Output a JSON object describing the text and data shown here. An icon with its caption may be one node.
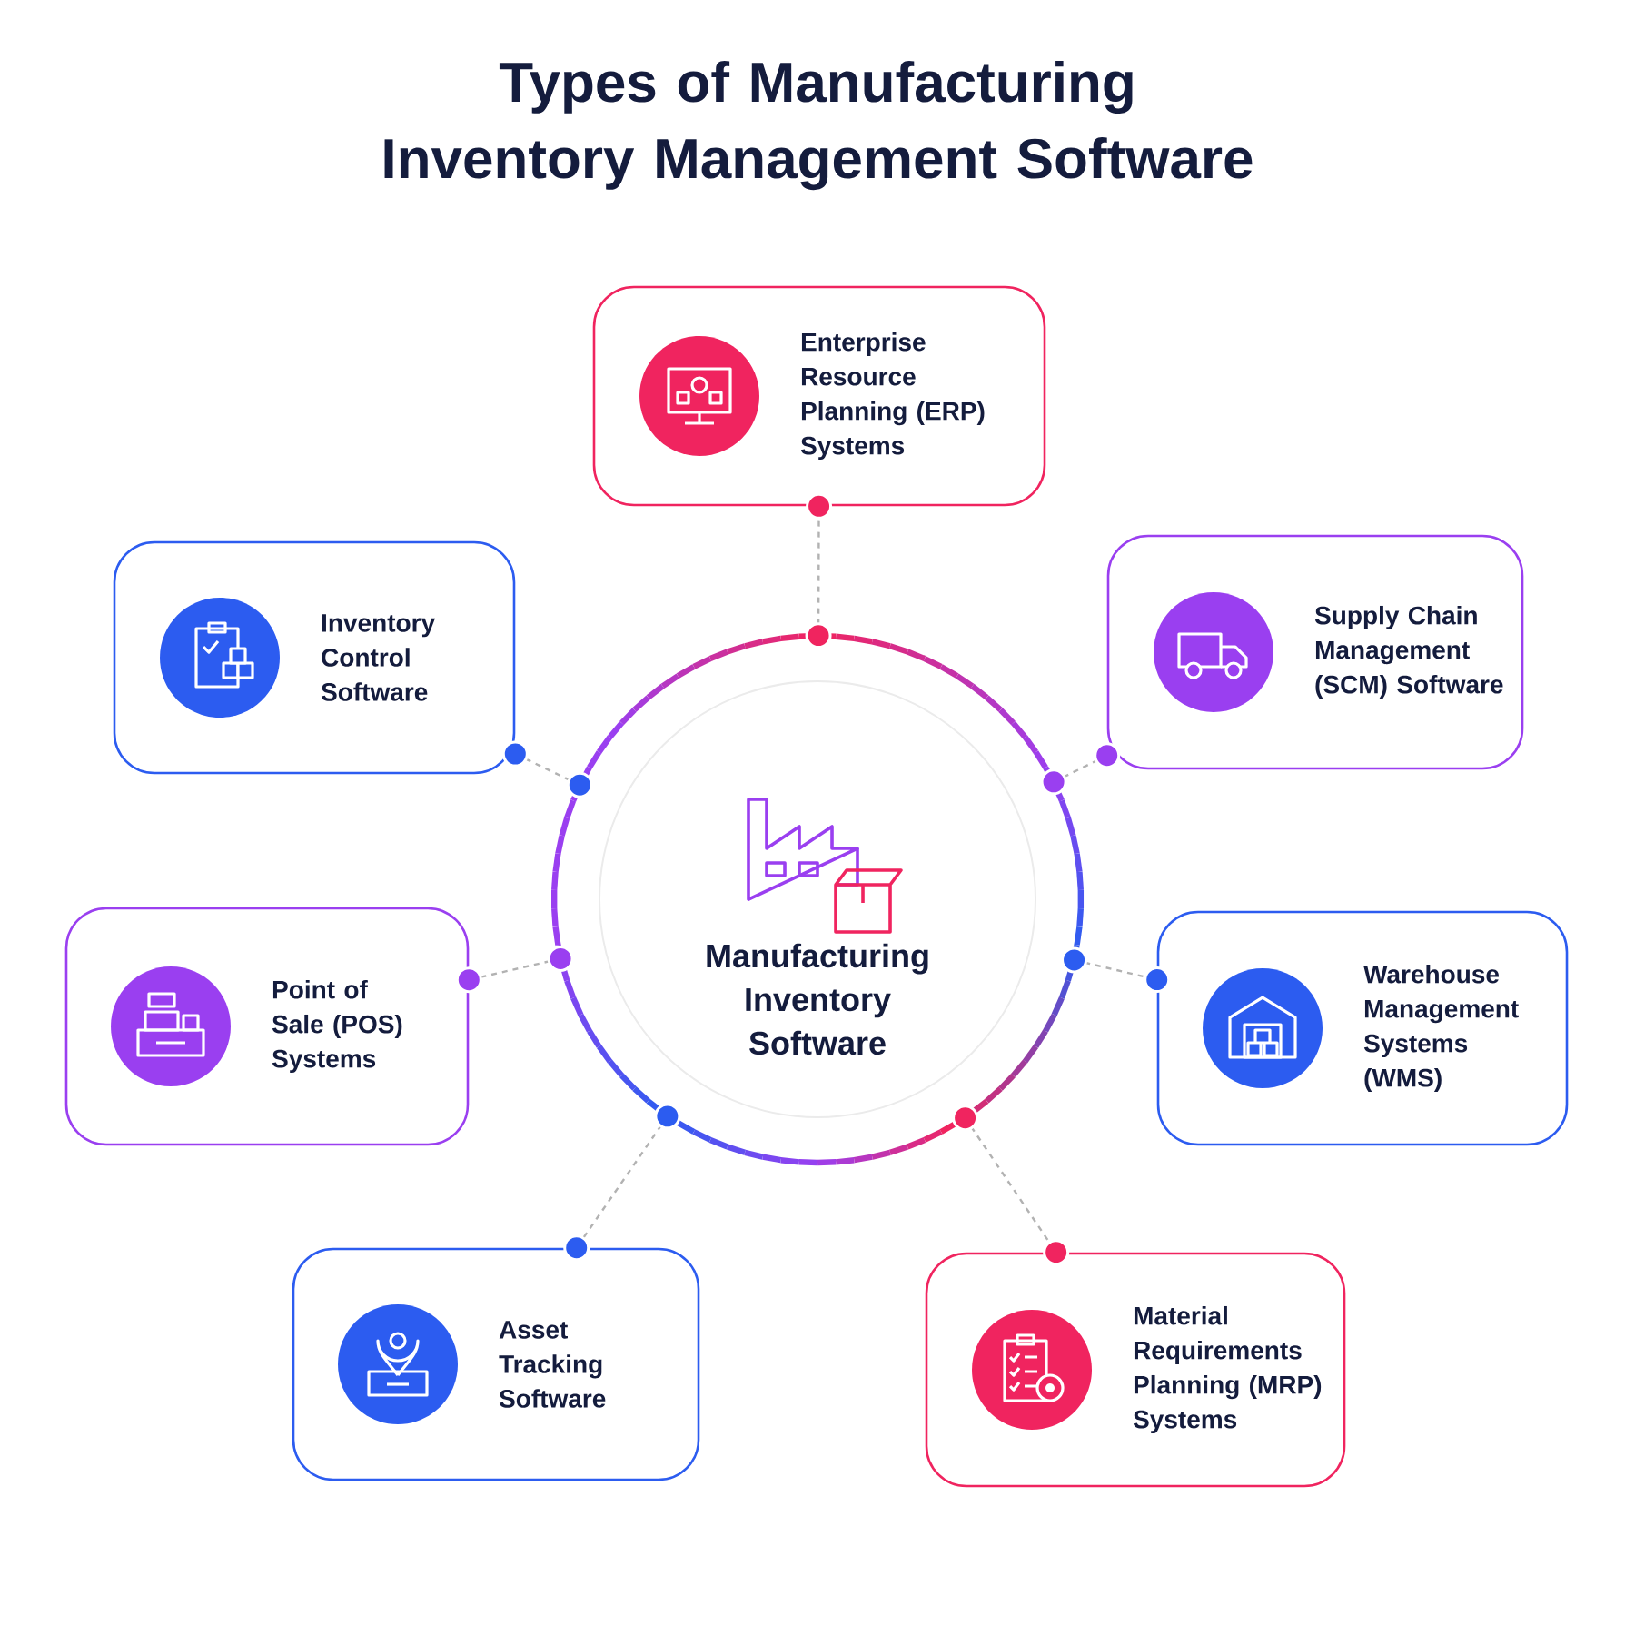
{
  "diagram": {
    "title": "Types of Manufacturing Inventory Management Software",
    "nodes": [
      {
        "text": [
          "Enterprise Resource Planning (ERP) Systems"
        ]
      },
      {
        "text": [
          "Inventory Control Software"
        ]
      },
      {
        "text": [
          "Supply Chain Management (SCM) Software"
        ]
      },
      {
        "text": [
          "Manufacturing Inventory Software"
        ]
      },
      {
        "text": [
          "Point of Sale (POS) Systems"
        ]
      },
      {
        "text": [
          "Warehouse Management Systems (WMS)"
        ]
      },
      {
        "text": [
          "Asset Tracking Software"
        ]
      },
      {
        "text": [
          "Material Requirements Planning (MRP) Systems"
        ]
      }
    ],
    "edges": [
      {
        "from": 3,
        "to": 0,
        "arrow": "other",
        "style": "dashed"
      },
      {
        "from": 3,
        "to": 1,
        "arrow": "other",
        "style": "dashed"
      },
      {
        "from": 3,
        "to": 2,
        "arrow": "other",
        "style": "dashed"
      },
      {
        "from": 3,
        "to": 4,
        "arrow": "other",
        "style": "dashed"
      },
      {
        "from": 3,
        "to": 5,
        "arrow": "other",
        "style": "dashed"
      },
      {
        "from": 3,
        "to": 6,
        "arrow": "other",
        "style": "dashed"
      },
      {
        "from": 3,
        "to": 7,
        "arrow": "other",
        "style": "dashed"
      }
    ]
  }
}
